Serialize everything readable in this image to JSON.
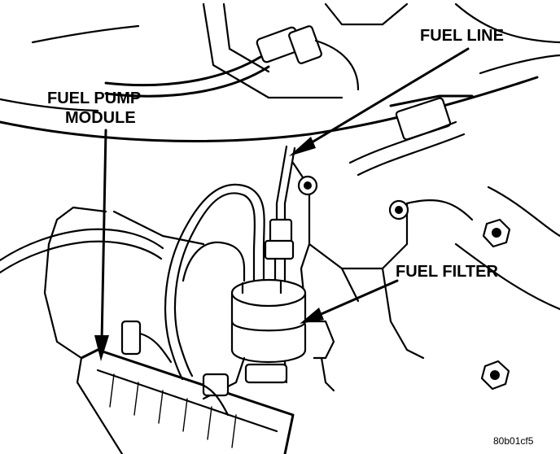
{
  "labels": {
    "fuel_line": "FUEL LINE",
    "fuel_pump_module_line1": "FUEL PUMP",
    "fuel_pump_module_line2": "MODULE",
    "fuel_filter": "FUEL FILTER",
    "figure_ref": "80b01cf5"
  },
  "colors": {
    "ink": "#000000",
    "paper": "#ffffff"
  }
}
